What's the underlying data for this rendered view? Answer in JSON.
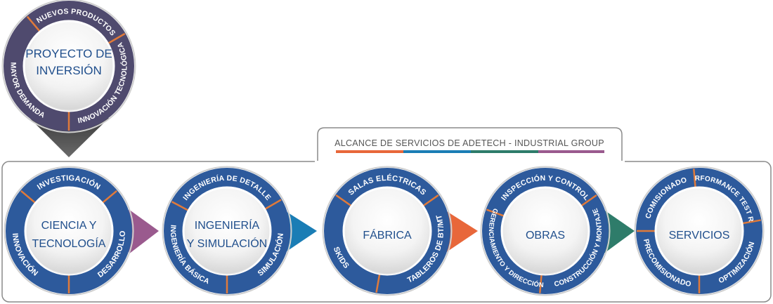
{
  "hub": {
    "center": [
      "PROYECTO DE",
      "INVERSIÓN"
    ],
    "segments": [
      "NUEVOS PRODUCTOS",
      "INNOVACIÓN TECNOLÓGICA",
      "MAYOR DEMANDA"
    ]
  },
  "banner": {
    "title": "ALCANCE DE SERVICIOS DE ADETECH - INDUSTRIAL GROUP",
    "colors": [
      "#e8673a",
      "#1a7db5",
      "#2e7c6a",
      "#9a5a8e"
    ]
  },
  "stages": [
    {
      "center": [
        "CIENCIA Y",
        "TECNOLOGÍA"
      ],
      "segments": [
        "INVESTIGACIÓN",
        "DESARROLLO",
        "INNOVACIÓN"
      ],
      "arrow_color": "#9a5a8e"
    },
    {
      "center": [
        "INGENIERÍA",
        "Y SIMULACIÓN"
      ],
      "segments": [
        "INGENIERÍA DE DETALLE",
        "SIMULACIÓN",
        "INGENIERÍA BÁSICA"
      ],
      "arrow_color": "#1a7db5"
    },
    {
      "center": [
        "FÁBRICA"
      ],
      "segments": [
        "SALAS ELÉCTRICAS",
        "TABLEROS DE BT/MT",
        "SKIDS"
      ],
      "arrow_color": "#e8673a"
    },
    {
      "center": [
        "OBRAS"
      ],
      "segments": [
        "INSPECCIÓN Y CONTROL",
        "CONSTRUCCIÓN Y MONTAJE",
        "GERENCIAMIENTO Y DIRECCIÓN"
      ],
      "arrow_color": "#2e7c6a"
    },
    {
      "center": [
        "SERVICIOS"
      ],
      "segments": [
        "COMISIONADO",
        "PERFORMANCE TEST RUN",
        "OPTIMIZACIÓN",
        "PRECOMISIONADO"
      ],
      "arrow_color": ""
    }
  ],
  "colors": {
    "ring_blue": "#2d5a9c",
    "ring_purple": "#4f4a6e",
    "divider": "#e07a3a",
    "text_blue": "#1f4e8c"
  }
}
